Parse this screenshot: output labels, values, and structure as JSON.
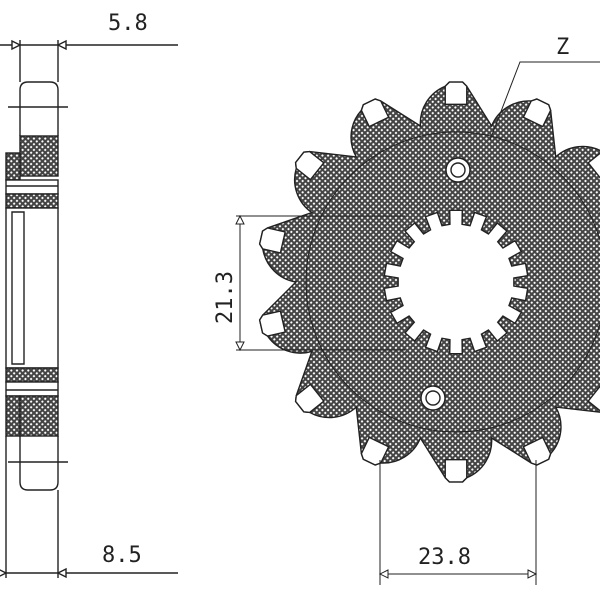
{
  "dimensions": {
    "thickness_top": "5.8",
    "teeth_label": "Z",
    "bore_diameter": "21.3",
    "hub_width": "8.5",
    "spline_width": "23.8"
  },
  "sprocket": {
    "teeth": 14,
    "splines": 18
  },
  "colors": {
    "line": "#222222",
    "hatch": "#333333",
    "background": "#ffffff"
  }
}
